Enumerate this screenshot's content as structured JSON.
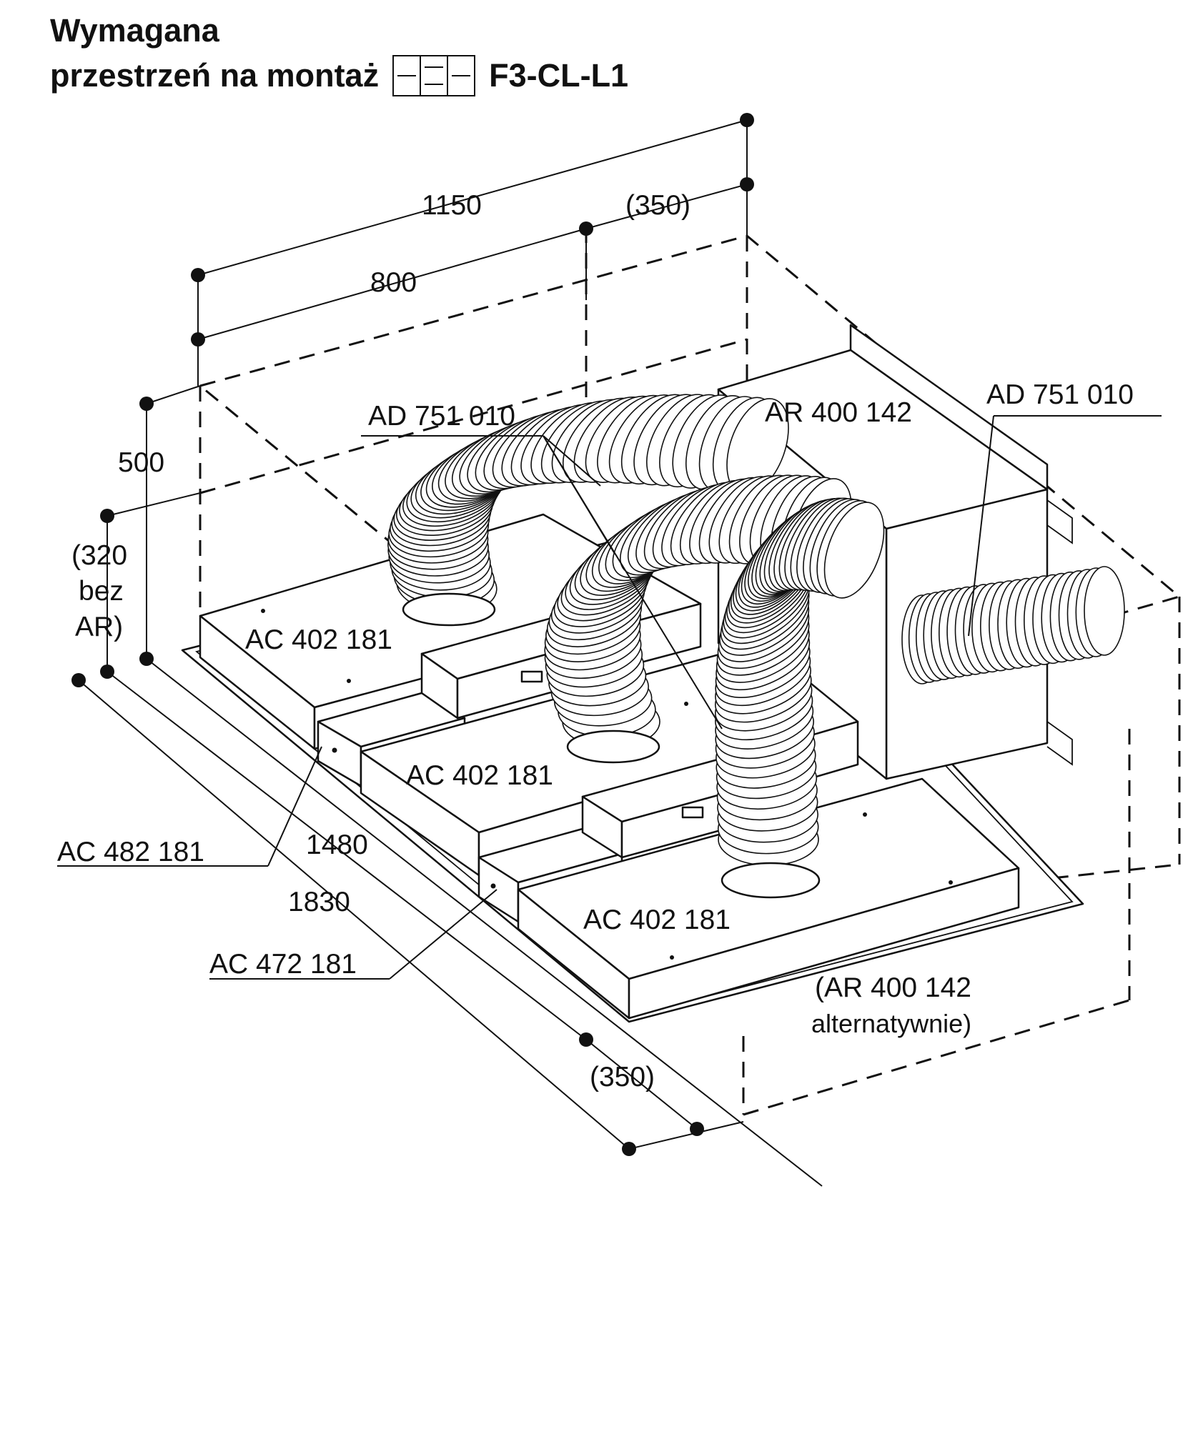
{
  "title": {
    "line1": "Wymagana",
    "line2": "przestrzeń na montaż",
    "model": "F3-CL-L1"
  },
  "icons": {
    "hob": "hob-three-zone-icon"
  },
  "dimensions": {
    "width_total": "1150",
    "width_unit": "800",
    "width_extra_top": "(350)",
    "height": "500",
    "height_alt_line1": "(320",
    "height_alt_line2": "bez",
    "height_alt_line3": "AR)",
    "depth_unit": "1480",
    "depth_total": "1830",
    "depth_extra_bottom": "(350)"
  },
  "parts": {
    "duct_left": "AD 751 010",
    "duct_right": "AD 751 010",
    "fan_box": "AR 400 142",
    "module_1": "AC 402 181",
    "module_2": "AC 402 181",
    "module_3": "AC 402 181",
    "connector_1": "AC 482 181",
    "connector_2": "AC 472 181",
    "fan_box_alt_line1": "(AR 400 142",
    "fan_box_alt_line2": "alternatywnie)"
  }
}
